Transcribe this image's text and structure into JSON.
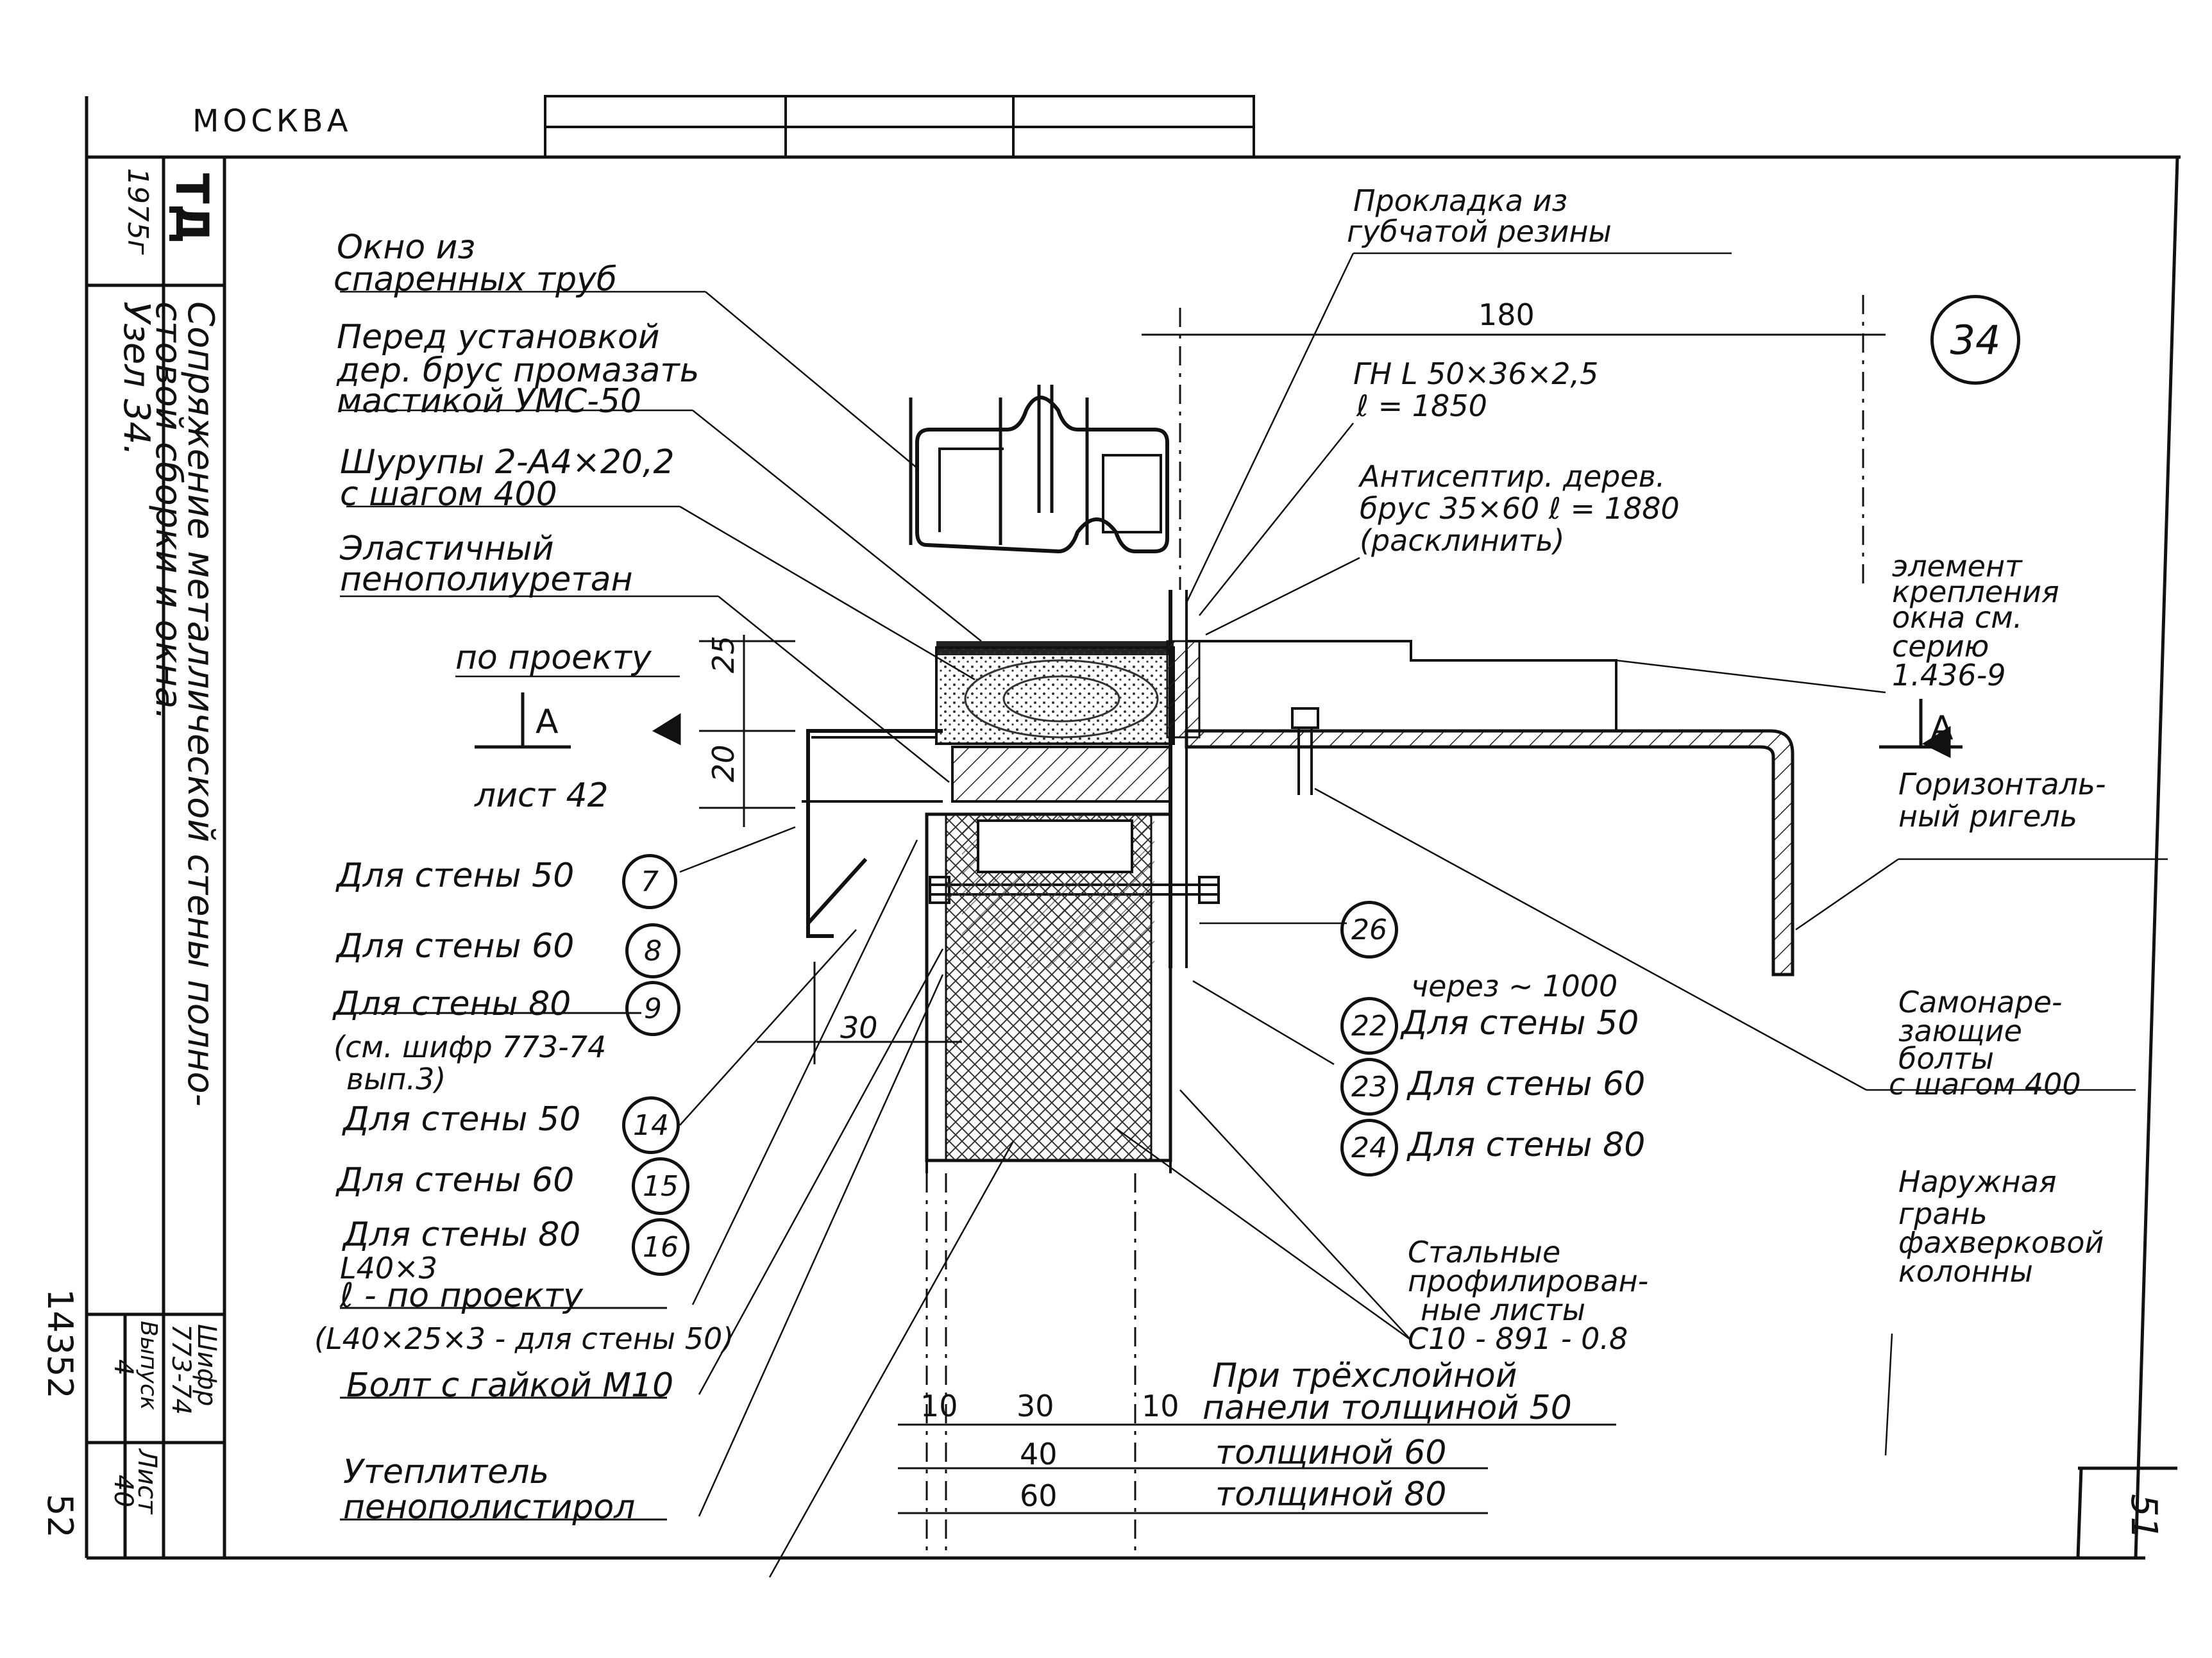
{
  "title_block": {
    "city": "МОСКВА",
    "year": "1975г",
    "org_mark": "ТД",
    "title_line1": "Сопряжение металлической стены полно-",
    "title_line2": "стовой сборки и окна.",
    "title_line3": "Узел 34.",
    "code_label": "Шифр",
    "code_value": "773-74",
    "issue_label": "Выпуск",
    "issue_value": "4",
    "sheet_label": "Лист",
    "sheet_value": "40",
    "archive_number": "14352",
    "archive_page": "52",
    "page_number": "51"
  },
  "node_number": "34",
  "labels": {
    "window": [
      "Окно из",
      "спаренных труб"
    ],
    "brace_treatment": [
      "Перед установкой",
      "дер. брус промазать",
      "мастикой УМС-50"
    ],
    "screws": [
      "Шурупы 2-А4×20,2",
      "с шагом 400"
    ],
    "foam": [
      "Эластичный",
      "пенополиуретан"
    ],
    "by_project": "по проекту",
    "section_mark": "А",
    "sheet_ref": "лист 42",
    "gasket": [
      "Прокладка из",
      "губчатой резины"
    ],
    "dim_180": "180",
    "angle": [
      "ГН L 50×36×2,5",
      "ℓ = 1850"
    ],
    "wood_brace": [
      "Антисептир. дерев.",
      "брус 35×60   ℓ = 1880",
      "(расклинить)"
    ],
    "fastening": [
      "элемент",
      "крепления",
      "окна см.",
      "серию",
      "1.436-9"
    ],
    "section_mark_right": "А",
    "rigel": [
      "Горизонталь-",
      "ный ригель"
    ],
    "dim_25": "25",
    "dim_20": "20",
    "dim_30": "30",
    "wall50_7": "Для стены 50",
    "wall60_8": "Для стены 60",
    "wall80_9": "Для стены 80",
    "cipher_ref": [
      "(см. шифр 773-74",
      "вып.3)"
    ],
    "wall50_14": "Для стены 50",
    "wall60_15": "Для стены 60",
    "wall80_16": "Для стены 80",
    "angle_L40": "L40×3",
    "length_by_project": "ℓ - по проекту",
    "angle_L40x25": "(L40×25×3 - для стены 50)",
    "bolt": "Болт с гайкой М10",
    "insulation": [
      "Утеплитель",
      "пенополистирол"
    ],
    "through_1000": "через ~ 1000",
    "wall50_22": "Для стены 50",
    "wall60_23": "Для стены 60",
    "wall80_24": "Для стены 80",
    "self_tapping": [
      "Самонаре-",
      "зающие",
      "болты",
      "с шагом 400"
    ],
    "outer_face": [
      "Наружная",
      "грань",
      "фахверковой",
      "колонны"
    ],
    "steel_sheets": [
      "Стальные",
      "профилирован-",
      "ные листы",
      "С10 - 891 - 0.8"
    ],
    "panel_50": [
      "При трёхслойной",
      "панели толщиной 50"
    ],
    "thickness_60": "толщиной 60",
    "thickness_80": "толщиной 80",
    "dim_10a": "10",
    "dim_30b": "30",
    "dim_10b": "10",
    "dim_40": "40",
    "dim_60": "60"
  },
  "callouts": {
    "c7": "7",
    "c8": "8",
    "c9": "9",
    "c14": "14",
    "c15": "15",
    "c16": "16",
    "c22": "22",
    "c23": "23",
    "c24": "24",
    "c26": "26"
  }
}
